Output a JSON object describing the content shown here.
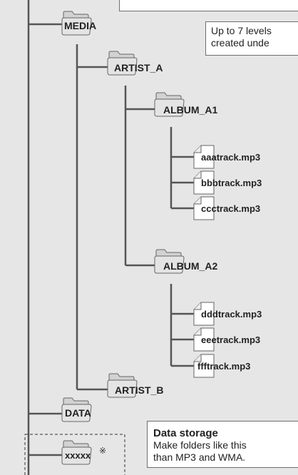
{
  "folders": {
    "media": "MEDIA",
    "artist_a": "ARTIST_A",
    "album_a1": "ALBUM_A1",
    "album_a2": "ALBUM_A2",
    "artist_b": "ARTIST_B",
    "data": "DATA",
    "xxxxx": "xxxxx"
  },
  "files": {
    "aaa": "aaatrack.mp3",
    "bbb": "bbbtrack.mp3",
    "ccc": "ccctrack.mp3",
    "ddd": "dddtrack.mp3",
    "eee": "eeetrack.mp3",
    "fff": "ffftrack.mp3"
  },
  "note_mark": "※",
  "callout_levels": {
    "line1": "Up to 7 levels",
    "line2": "created unde"
  },
  "callout_data": {
    "title": "Data storage",
    "line1": "Make folders like this",
    "line2": "than MP3 and WMA."
  },
  "colors": {
    "background": "#e6e6e6",
    "line": "#555555",
    "folder_fill": "#d9d9d9",
    "file_fill": "#ffffff",
    "box_fill": "#ffffff"
  }
}
